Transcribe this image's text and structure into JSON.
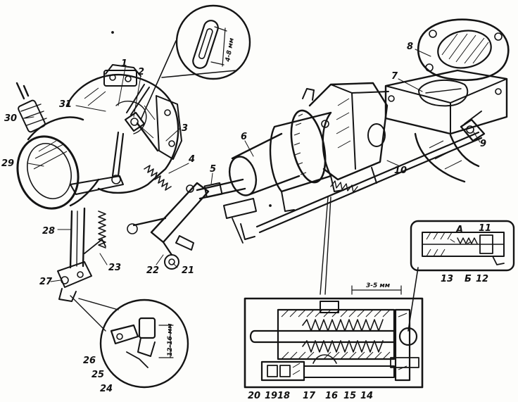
{
  "callouts": {
    "c1": "1",
    "c2": "2",
    "c3": "3",
    "c4": "4",
    "c5": "5",
    "c6": "6",
    "c7": "7",
    "c8": "8",
    "c9": "9",
    "c10": "10",
    "c11": "11",
    "c12": "12",
    "c13": "13",
    "c14": "14",
    "c15": "15",
    "c16": "16",
    "c17": "17",
    "c18": "18",
    "c19": "19",
    "c20": "20",
    "c21": "21",
    "c22": "22",
    "c23": "23",
    "c24": "24",
    "c25": "25",
    "c26": "26",
    "c27": "27",
    "c28": "28",
    "c29": "29",
    "c30": "30",
    "c31": "31",
    "cA": "А",
    "cB": "Б"
  },
  "dimensions": {
    "slot": "4-8 мм",
    "gap": "3-5 мм",
    "stroke": "12-16 мм"
  }
}
